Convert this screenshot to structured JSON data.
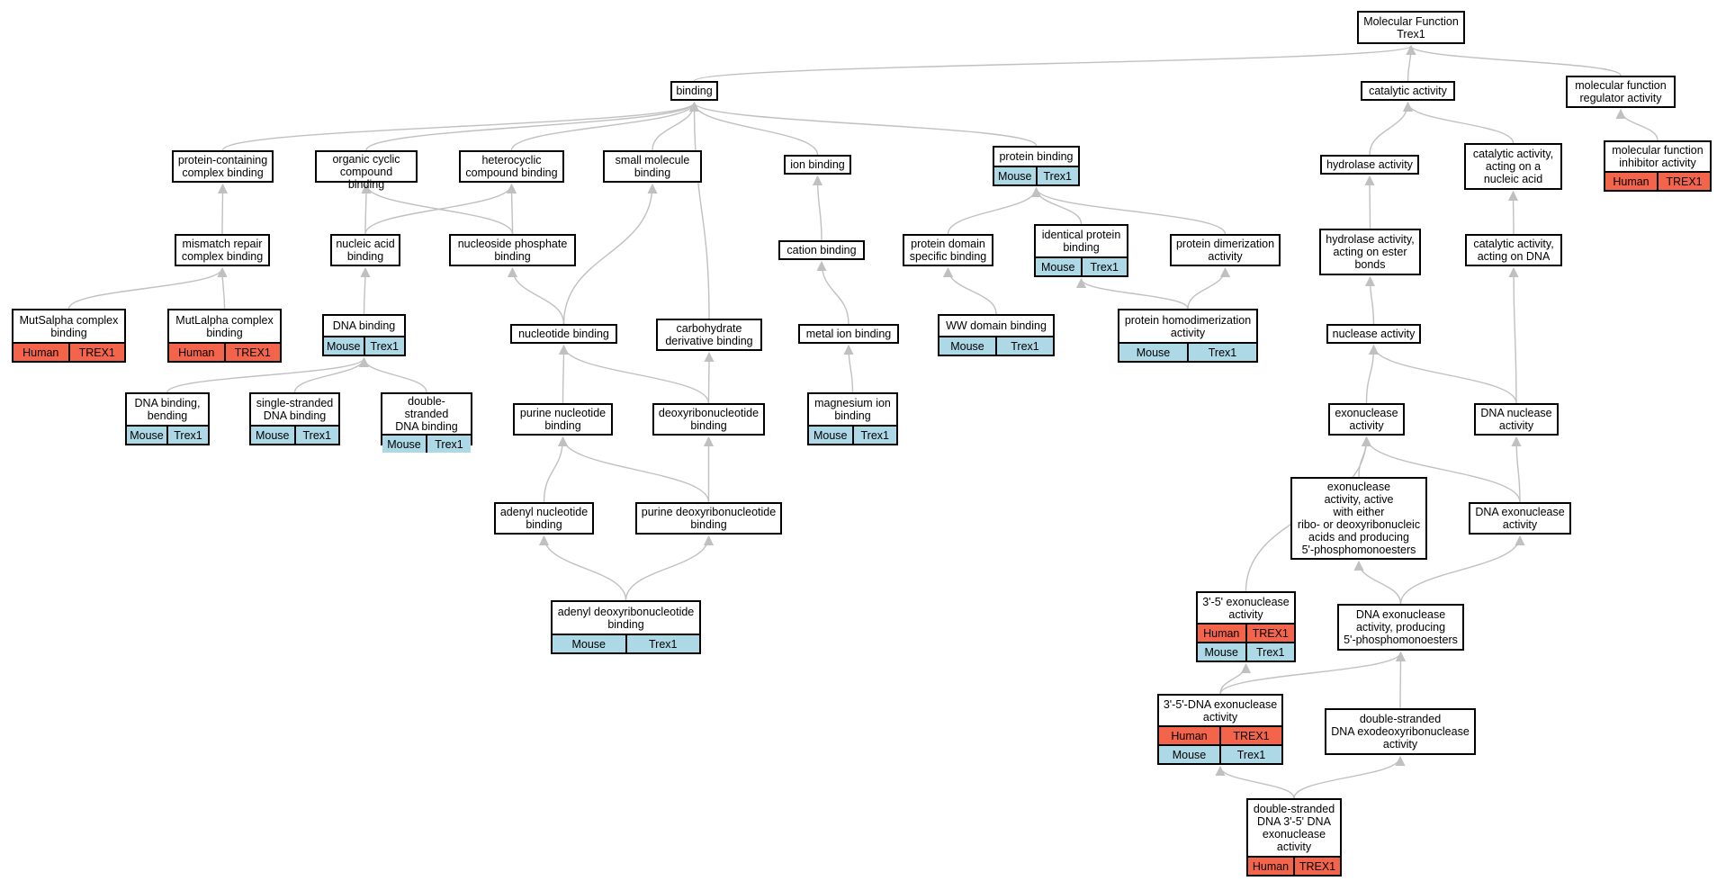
{
  "colors": {
    "human": "#f4644a",
    "mouse": "#add8e6",
    "edge": "#c0c0c0",
    "border": "#000000"
  },
  "nodes": [
    {
      "id": "mf",
      "label": "Molecular Function\nTrex1",
      "rows": []
    },
    {
      "id": "binding",
      "label": "binding",
      "rows": []
    },
    {
      "id": "catalytic",
      "label": "catalytic activity",
      "rows": []
    },
    {
      "id": "mfreg",
      "label": "molecular function\nregulator activity",
      "rows": []
    },
    {
      "id": "mfinhib",
      "label": "molecular function\ninhibitor activity",
      "rows": [
        {
          "sp": "human",
          "a": "Human",
          "b": "TREX1"
        }
      ]
    },
    {
      "id": "protcont",
      "label": "protein-containing\ncomplex binding",
      "rows": []
    },
    {
      "id": "orgcyc",
      "label": "organic cyclic\ncompound binding",
      "rows": []
    },
    {
      "id": "hetcyc",
      "label": "heterocyclic\ncompound binding",
      "rows": []
    },
    {
      "id": "smallmol",
      "label": "small molecule\nbinding",
      "rows": []
    },
    {
      "id": "ionbind",
      "label": "ion binding",
      "rows": []
    },
    {
      "id": "protbind",
      "label": "protein binding",
      "rows": [
        {
          "sp": "mouse",
          "a": "Mouse",
          "b": "Trex1"
        }
      ]
    },
    {
      "id": "hydrolase",
      "label": "hydrolase activity",
      "rows": []
    },
    {
      "id": "catna",
      "label": "catalytic activity,\nacting on a\nnucleic acid",
      "rows": []
    },
    {
      "id": "mmr",
      "label": "mismatch repair\ncomplex binding",
      "rows": []
    },
    {
      "id": "nucacid",
      "label": "nucleic acid\nbinding",
      "rows": []
    },
    {
      "id": "nucphos",
      "label": "nucleoside phosphate\nbinding",
      "rows": []
    },
    {
      "id": "cation",
      "label": "cation binding",
      "rows": []
    },
    {
      "id": "protdom",
      "label": "protein domain\nspecific binding",
      "rows": []
    },
    {
      "id": "identprot",
      "label": "identical protein\nbinding",
      "rows": [
        {
          "sp": "mouse",
          "a": "Mouse",
          "b": "Trex1"
        }
      ]
    },
    {
      "id": "protdimer",
      "label": "protein dimerization\nactivity",
      "rows": []
    },
    {
      "id": "hydester",
      "label": "hydrolase activity,\nacting on ester\nbonds",
      "rows": []
    },
    {
      "id": "catdna",
      "label": "catalytic activity,\nacting on DNA",
      "rows": []
    },
    {
      "id": "mutsa",
      "label": "MutSalpha complex\nbinding",
      "rows": [
        {
          "sp": "human",
          "a": "Human",
          "b": "TREX1"
        }
      ]
    },
    {
      "id": "mutla",
      "label": "MutLalpha complex\nbinding",
      "rows": [
        {
          "sp": "human",
          "a": "Human",
          "b": "TREX1"
        }
      ]
    },
    {
      "id": "dnabind",
      "label": "DNA binding",
      "rows": [
        {
          "sp": "mouse",
          "a": "Mouse",
          "b": "Trex1"
        }
      ]
    },
    {
      "id": "nucleotide",
      "label": "nucleotide binding",
      "rows": []
    },
    {
      "id": "carbo",
      "label": "carbohydrate\nderivative binding",
      "rows": []
    },
    {
      "id": "metalion",
      "label": "metal ion binding",
      "rows": []
    },
    {
      "id": "ww",
      "label": "WW domain binding",
      "rows": [
        {
          "sp": "mouse",
          "a": "Mouse",
          "b": "Trex1"
        }
      ]
    },
    {
      "id": "homodimer",
      "label": "protein homodimerization\nactivity",
      "rows": [
        {
          "sp": "mouse",
          "a": "Mouse",
          "b": "Trex1"
        }
      ]
    },
    {
      "id": "nuclease",
      "label": "nuclease activity",
      "rows": []
    },
    {
      "id": "dnabend",
      "label": "DNA binding,\nbending",
      "rows": [
        {
          "sp": "mouse",
          "a": "Mouse",
          "b": "Trex1"
        }
      ]
    },
    {
      "id": "ssdna",
      "label": "single-stranded\nDNA binding",
      "rows": [
        {
          "sp": "mouse",
          "a": "Mouse",
          "b": "Trex1"
        }
      ]
    },
    {
      "id": "dsdna",
      "label": "double-stranded\nDNA binding",
      "rows": [
        {
          "sp": "mouse",
          "a": "Mouse",
          "b": "Trex1"
        }
      ]
    },
    {
      "id": "purnuc",
      "label": "purine nucleotide\nbinding",
      "rows": []
    },
    {
      "id": "deoxynuc",
      "label": "deoxyribonucleotide\nbinding",
      "rows": []
    },
    {
      "id": "magion",
      "label": "magnesium ion\nbinding",
      "rows": [
        {
          "sp": "mouse",
          "a": "Mouse",
          "b": "Trex1"
        }
      ]
    },
    {
      "id": "exonuc",
      "label": "exonuclease\nactivity",
      "rows": []
    },
    {
      "id": "dnanuc",
      "label": "DNA nuclease\nactivity",
      "rows": []
    },
    {
      "id": "exoeither",
      "label": "exonuclease\nactivity, active\nwith either\nribo- or deoxyribonucleic\nacids and producing\n5'-phosphomonoesters",
      "rows": []
    },
    {
      "id": "dnaexo",
      "label": "DNA exonuclease\nactivity",
      "rows": []
    },
    {
      "id": "adenylnuc",
      "label": "adenyl nucleotide\nbinding",
      "rows": []
    },
    {
      "id": "purdeoxy",
      "label": "purine deoxyribonucleotide\nbinding",
      "rows": []
    },
    {
      "id": "exo35",
      "label": "3'-5' exonuclease\nactivity",
      "rows": [
        {
          "sp": "human",
          "a": "Human",
          "b": "TREX1"
        },
        {
          "sp": "mouse",
          "a": "Mouse",
          "b": "Trex1"
        }
      ]
    },
    {
      "id": "dnaexo5p",
      "label": "DNA exonuclease\nactivity, producing\n5'-phosphomonoesters",
      "rows": []
    },
    {
      "id": "adenyldeoxy",
      "label": "adenyl deoxyribonucleotide\nbinding",
      "rows": [
        {
          "sp": "mouse",
          "a": "Mouse",
          "b": "Trex1"
        }
      ]
    },
    {
      "id": "dnaexo35",
      "label": "3'-5'-DNA exonuclease\nactivity",
      "rows": [
        {
          "sp": "human",
          "a": "Human",
          "b": "TREX1"
        },
        {
          "sp": "mouse",
          "a": "Mouse",
          "b": "Trex1"
        }
      ]
    },
    {
      "id": "dsexo",
      "label": "double-stranded\nDNA exodeoxyribonuclease\nactivity",
      "rows": []
    },
    {
      "id": "dsdna35",
      "label": "double-stranded\nDNA 3'-5' DNA\nexonuclease\nactivity",
      "rows": [
        {
          "sp": "human",
          "a": "Human",
          "b": "TREX1"
        }
      ]
    }
  ],
  "edges": [
    [
      "binding",
      "mf"
    ],
    [
      "catalytic",
      "mf"
    ],
    [
      "mfreg",
      "mf"
    ],
    [
      "mfinhib",
      "mfreg"
    ],
    [
      "protcont",
      "binding"
    ],
    [
      "orgcyc",
      "binding"
    ],
    [
      "hetcyc",
      "binding"
    ],
    [
      "smallmol",
      "binding"
    ],
    [
      "ionbind",
      "binding"
    ],
    [
      "protbind",
      "binding"
    ],
    [
      "carbo",
      "binding"
    ],
    [
      "hydrolase",
      "catalytic"
    ],
    [
      "catna",
      "catalytic"
    ],
    [
      "mmr",
      "protcont"
    ],
    [
      "nucacid",
      "orgcyc"
    ],
    [
      "nucacid",
      "hetcyc"
    ],
    [
      "nucphos",
      "orgcyc"
    ],
    [
      "nucphos",
      "hetcyc"
    ],
    [
      "cation",
      "ionbind"
    ],
    [
      "protdom",
      "protbind"
    ],
    [
      "identprot",
      "protbind"
    ],
    [
      "protdimer",
      "protbind"
    ],
    [
      "hydester",
      "hydrolase"
    ],
    [
      "catdna",
      "catna"
    ],
    [
      "mutsa",
      "mmr"
    ],
    [
      "mutla",
      "mmr"
    ],
    [
      "dnabind",
      "nucacid"
    ],
    [
      "nucleotide",
      "nucphos"
    ],
    [
      "nucleotide",
      "smallmol"
    ],
    [
      "metalion",
      "cation"
    ],
    [
      "ww",
      "protdom"
    ],
    [
      "homodimer",
      "identprot"
    ],
    [
      "homodimer",
      "protdimer"
    ],
    [
      "nuclease",
      "hydester"
    ],
    [
      "dnanuc",
      "catdna"
    ],
    [
      "dnanuc",
      "nuclease"
    ],
    [
      "exonuc",
      "nuclease"
    ],
    [
      "dnabend",
      "dnabind"
    ],
    [
      "ssdna",
      "dnabind"
    ],
    [
      "dsdna",
      "dnabind"
    ],
    [
      "purnuc",
      "nucleotide"
    ],
    [
      "deoxynuc",
      "nucleotide"
    ],
    [
      "deoxynuc",
      "carbo"
    ],
    [
      "magion",
      "metalion"
    ],
    [
      "exoeither",
      "exonuc"
    ],
    [
      "dnaexo",
      "exonuc"
    ],
    [
      "dnaexo",
      "dnanuc"
    ],
    [
      "adenylnuc",
      "purnuc"
    ],
    [
      "purdeoxy",
      "purnuc"
    ],
    [
      "purdeoxy",
      "deoxynuc"
    ],
    [
      "exo35",
      "exonuc"
    ],
    [
      "dnaexo5p",
      "exoeither"
    ],
    [
      "dnaexo5p",
      "dnaexo"
    ],
    [
      "adenyldeoxy",
      "adenylnuc"
    ],
    [
      "adenyldeoxy",
      "purdeoxy"
    ],
    [
      "dnaexo35",
      "exo35"
    ],
    [
      "dnaexo35",
      "dnaexo5p"
    ],
    [
      "dsexo",
      "dnaexo5p"
    ],
    [
      "dsdna35",
      "dnaexo35"
    ],
    [
      "dsdna35",
      "dsexo"
    ]
  ]
}
